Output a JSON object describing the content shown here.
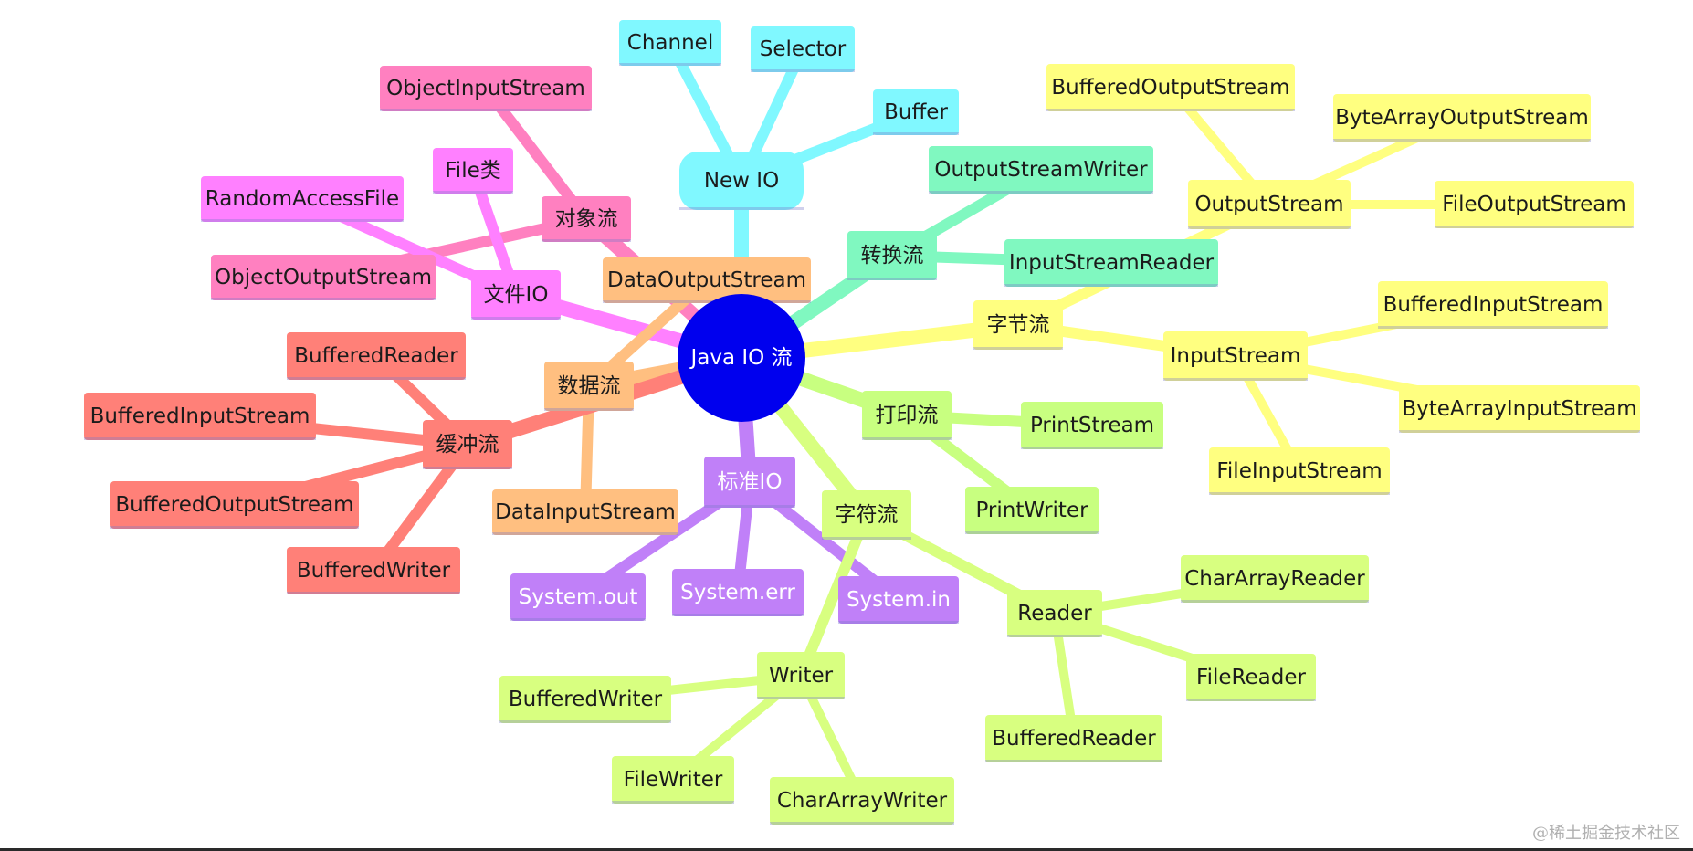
{
  "diagram": {
    "root": "Java IO 流",
    "branches": [
      {
        "key": "newio",
        "label": "New IO",
        "color": "#7ef8ff",
        "children": [
          "Channel",
          "Selector",
          "Buffer"
        ]
      },
      {
        "key": "object",
        "label": "对象流",
        "color": "#ff7dc0",
        "children": [
          "ObjectInputStream",
          "ObjectOutputStream"
        ]
      },
      {
        "key": "file",
        "label": "文件IO",
        "color": "#ff80ff",
        "children": [
          "File类",
          "RandomAccessFile"
        ]
      },
      {
        "key": "data",
        "label": "数据流",
        "color": "#ffbf80",
        "children": [
          "DataOutputStream",
          "DataInputStream"
        ]
      },
      {
        "key": "buffer",
        "label": "缓冲流",
        "color": "#ff8078",
        "children": [
          "BufferedReader",
          "BufferedInputStream",
          "BufferedOutputStream",
          "BufferedWriter"
        ]
      },
      {
        "key": "std",
        "label": "标准IO",
        "color": "#c080f8",
        "children": [
          "System.out",
          "System.err",
          "System.in"
        ]
      },
      {
        "key": "convert",
        "label": "转换流",
        "color": "#80f8c0",
        "children": [
          "OutputStreamWriter",
          "InputStreamReader"
        ]
      },
      {
        "key": "byte",
        "label": "字节流",
        "color": "#ffff78",
        "children": [
          {
            "label": "OutputStream",
            "children": [
              "BufferedOutputStream",
              "ByteArrayOutputStream",
              "FileOutputStream"
            ]
          },
          {
            "label": "InputStream",
            "children": [
              "BufferedInputStream",
              "ByteArrayInputStream",
              "FileInputStream"
            ]
          }
        ]
      },
      {
        "key": "print",
        "label": "打印流",
        "color": "#c8ff80",
        "children": [
          "PrintStream",
          "PrintWriter"
        ]
      },
      {
        "key": "char",
        "label": "字符流",
        "color": "#d8ff80",
        "children": [
          {
            "label": "Reader",
            "children": [
              "CharArrayReader",
              "FileReader",
              "BufferedReader"
            ]
          },
          {
            "label": "Writer",
            "children": [
              "BufferedWriter",
              "FileWriter",
              "CharArrayWriter"
            ]
          }
        ]
      }
    ]
  },
  "colors": {
    "root": "#0000ee",
    "newio": "#80f8ff",
    "object": "#ff80c0",
    "file": "#ff80ff",
    "data": "#ffbf80",
    "buffer": "#ff8078",
    "std": "#c080f8",
    "convert": "#80f8c0",
    "byte": "#ffff80",
    "print": "#c8ff80",
    "char": "#d8ff80"
  },
  "watermark": "@稀土掘金技术社区"
}
